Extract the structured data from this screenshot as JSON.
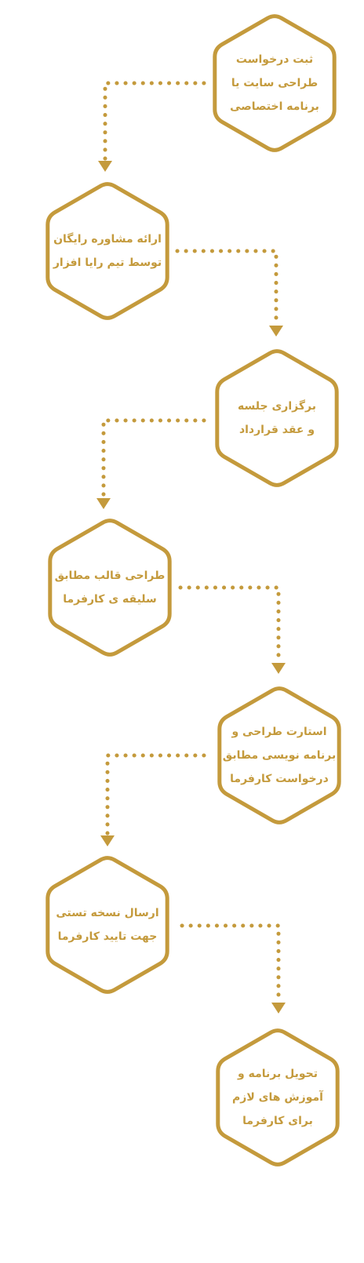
{
  "colors": {
    "accent": "#c49a3c",
    "text": "#c49a3c",
    "background": "#ffffff"
  },
  "steps": [
    {
      "lines": [
        "ثبت درخواست",
        "طراحی سایت یا",
        "برنامه اختصاصی"
      ]
    },
    {
      "lines": [
        "ارائه مشاوره رایگان",
        "توسط تیم رایا افزار"
      ]
    },
    {
      "lines": [
        "برگزاری جلسه",
        "و عقد قرارداد"
      ]
    },
    {
      "lines": [
        "طراحی قالب مطابق",
        "سلیقه ی کارفرما"
      ]
    },
    {
      "lines": [
        "استارت طراحی و",
        "برنامه نویسی مطابق",
        "درخواست کارفرما"
      ]
    },
    {
      "lines": [
        "ارسال نسخه  تستی",
        "جهت تایید کارفرما"
      ]
    },
    {
      "lines": [
        "تحویل برنامه و",
        "آموزش های لازم",
        "برای کارفرما"
      ]
    }
  ]
}
